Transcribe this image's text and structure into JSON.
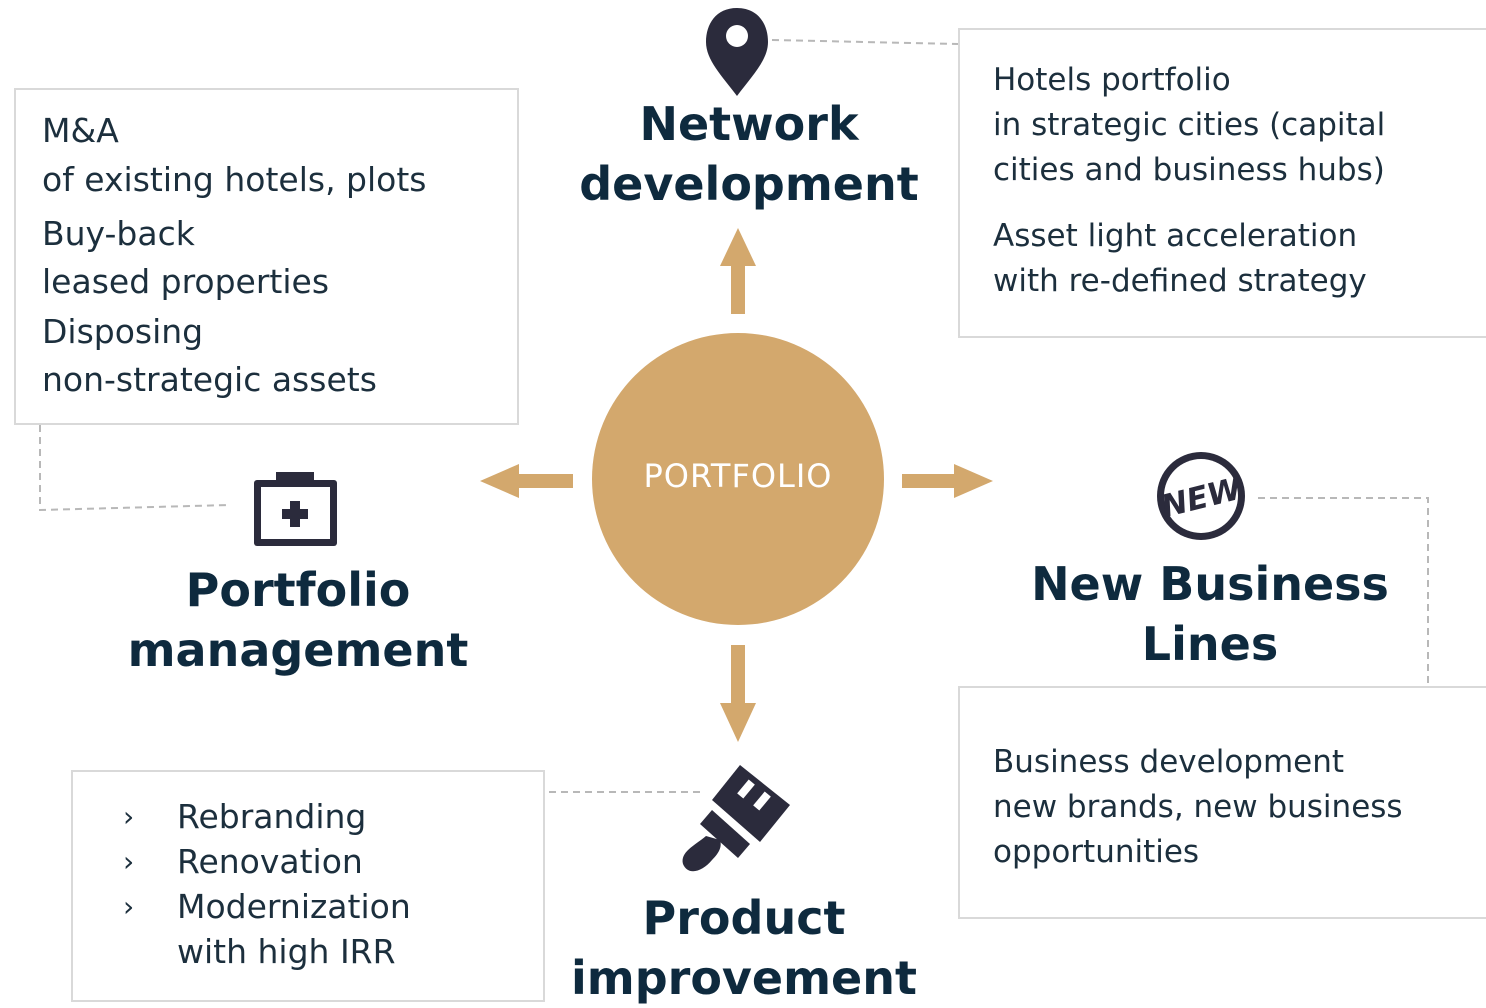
{
  "center": {
    "label": "PORTFOLIO"
  },
  "network_development": {
    "title_line1": "Network",
    "title_line2": "development",
    "box_lines": [
      "Hotels portfolio",
      "in strategic cities (capital",
      "cities and business hubs)",
      "Asset light acceleration",
      "with re-defined strategy"
    ],
    "icon": "location-pin-icon"
  },
  "portfolio_management": {
    "title_line1": "Portfolio",
    "title_line2": "management",
    "box_lines": [
      "M&A",
      "of existing hotels, plots",
      "Buy-back",
      "leased properties",
      "Disposing",
      "non-strategic assets"
    ],
    "icon": "first-aid-kit-icon"
  },
  "new_business_lines": {
    "title_line1": "New Business",
    "title_line2": "Lines",
    "box_lines": [
      "Business development",
      "new brands, new business",
      "opportunities"
    ],
    "icon": "new-badge-icon",
    "badge_text": "NEW"
  },
  "product_improvement": {
    "title_line1": "Product",
    "title_line2": "improvement",
    "bullet_marker": "›",
    "bullets": [
      "Rebranding",
      "Renovation",
      "Modernization"
    ],
    "bullet_continuation": "with high IRR",
    "icon": "paint-brush-icon"
  },
  "colors": {
    "gold": "#d3a86d",
    "navy": "#0e2a3e",
    "icon_dark": "#2b2b3c",
    "border": "#d9d9d9",
    "dash": "#b8b8b8"
  }
}
